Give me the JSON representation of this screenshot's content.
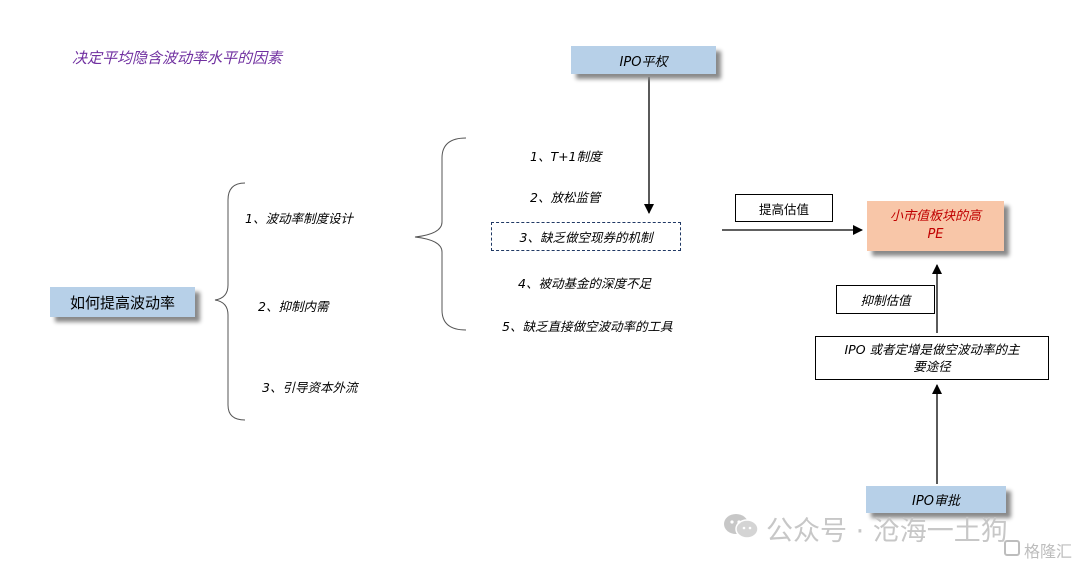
{
  "title": "决定平均隐含波动率水平的因素",
  "left_box": "如何提高波动率",
  "level1_items": [
    "1、波动率制度设计",
    "2、抑制内需",
    "3、引导资本外流"
  ],
  "level2_items": [
    "1、T+1制度",
    "2、放松监管",
    "3、缺乏做空现券的机制",
    "4、被动基金的深度不足",
    "5、缺乏直接做空波动率的工具"
  ],
  "ipo_top": "IPO平权",
  "raise_label": "提高估值",
  "pe_box": {
    "line1": "小市值板块的高",
    "line2": "PE"
  },
  "suppress_label": "抑制估值",
  "ipo_path": {
    "line1": "IPO 或者定增是做空波动率的主",
    "line2": "要途径"
  },
  "ipo_review": "IPO审批",
  "watermark": "公众号 · 沧海一土狗",
  "watermark_logo": "格隆汇",
  "colors": {
    "title": "#7030a0",
    "box_blue": "#b7d0e8",
    "pe_fill": "#f8c6a8",
    "pe_text": "#c00000"
  }
}
